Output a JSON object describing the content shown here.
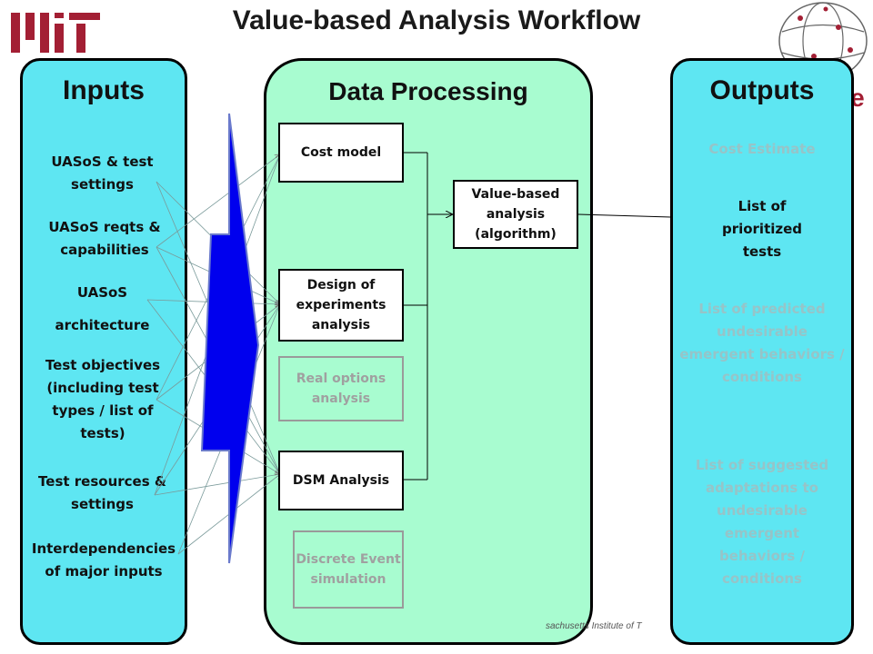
{
  "title": "Value-based Analysis Workflow",
  "inputs": {
    "title": "Inputs",
    "items": [
      {
        "text": "UASoS  & test settings"
      },
      {
        "text": "UASoS  reqts & capabilities"
      },
      {
        "text": "UASoS"
      },
      {
        "text": "architecture"
      },
      {
        "text": "Test objectives (including test types / list of tests)"
      },
      {
        "text": "Test resources & settings"
      },
      {
        "text": "Interdependencies of major inputs"
      }
    ]
  },
  "processing": {
    "title": "Data Processing",
    "boxes": [
      {
        "text": "Cost model",
        "active": true
      },
      {
        "text": "Design of experiments analysis",
        "active": true
      },
      {
        "text": "Real options analysis",
        "active": false
      },
      {
        "text": "DSM Analysis",
        "active": true
      },
      {
        "text": "Discrete Event simulation",
        "active": false
      },
      {
        "text": "Value-based analysis (algorithm)",
        "active": true
      }
    ]
  },
  "outputs": {
    "title": "Outputs",
    "items": [
      {
        "text": "Cost Estimate",
        "active": false
      },
      {
        "text": "List of prioritized tests",
        "active": true
      },
      {
        "text": "List of predicted undesirable emergent behaviors / conditions",
        "active": false
      },
      {
        "text": "List of suggested adaptations to undesirable emergent behaviors / conditions",
        "active": false
      }
    ]
  },
  "footer": "sachusetts Institute of T",
  "logo_text": "ne",
  "colors": {
    "panel_cyan": "#5ee6f2",
    "panel_green": "#a8fcd0",
    "arrow_blue": "#0000ee",
    "mit_red": "#a31f34"
  }
}
